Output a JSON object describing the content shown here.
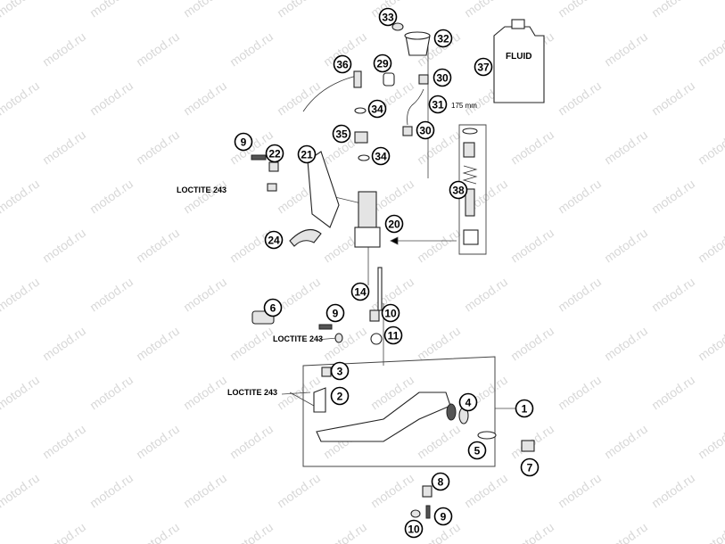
{
  "callouts": [
    "1",
    "2",
    "3",
    "4",
    "5",
    "6",
    "7",
    "8",
    "9",
    "10",
    "11",
    "14",
    "20",
    "21",
    "22",
    "24",
    "29",
    "30",
    "31",
    "32",
    "33",
    "34",
    "35",
    "36",
    "37",
    "38"
  ],
  "notes": {
    "loctite": "LOCTITE 243",
    "length": "175 mm",
    "fluid": "FLUID"
  },
  "watermark": "motod.ru"
}
